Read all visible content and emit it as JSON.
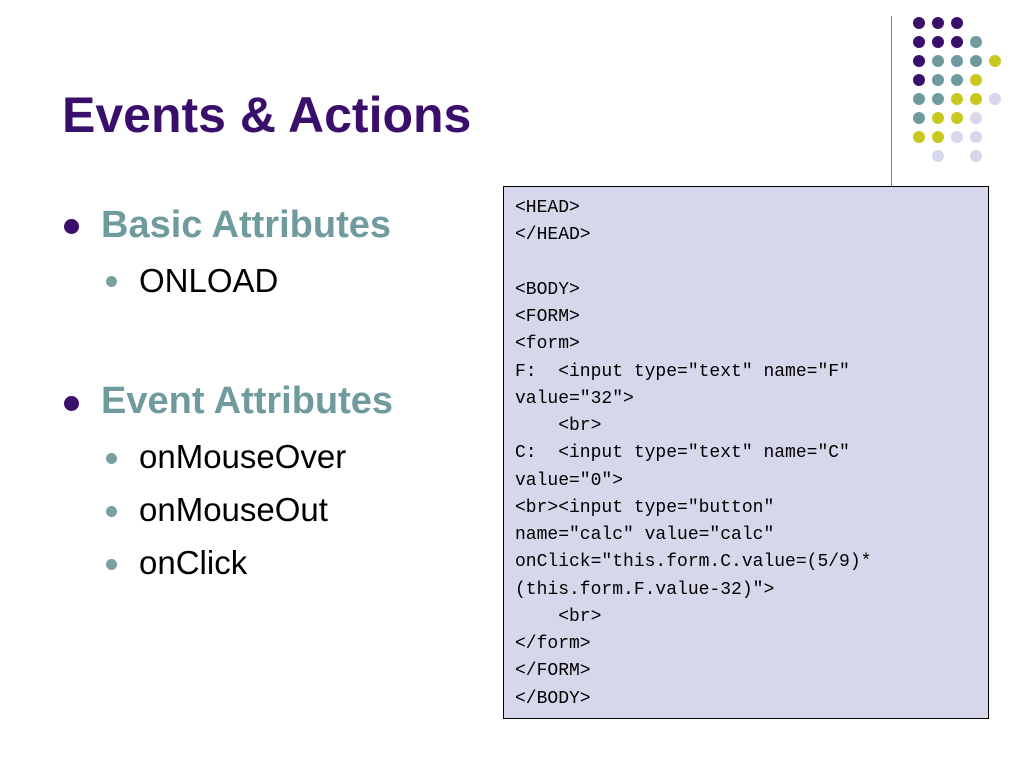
{
  "slide": {
    "title": "Events & Actions",
    "sections": [
      {
        "heading": "Basic Attributes",
        "items": [
          "ONLOAD"
        ]
      },
      {
        "heading": "Event Attributes",
        "items": [
          "onMouseOver",
          "onMouseOut",
          "onClick"
        ]
      }
    ],
    "code": "<HEAD>\n</HEAD>\n\n<BODY>\n<FORM>\n<form>\nF:  <input type=\"text\" name=\"F\"\nvalue=\"32\">\n    <br>\nC:  <input type=\"text\" name=\"C\"\nvalue=\"0\">\n<br><input type=\"button\"\nname=\"calc\" value=\"calc\"\nonClick=\"this.form.C.value=(5/9)*\n(this.form.F.value-32)\">\n    <br>\n</form>\n</FORM>\n</BODY>"
  },
  "colors": {
    "title": "#3a0f6b",
    "heading": "#6f9b9f",
    "dot_purple": "#3a0f6b",
    "dot_teal": "#6f9b9f",
    "dot_yellow": "#c8c81e",
    "dot_lavender": "#d6d7eb",
    "code_background": "#d6d7eb"
  }
}
